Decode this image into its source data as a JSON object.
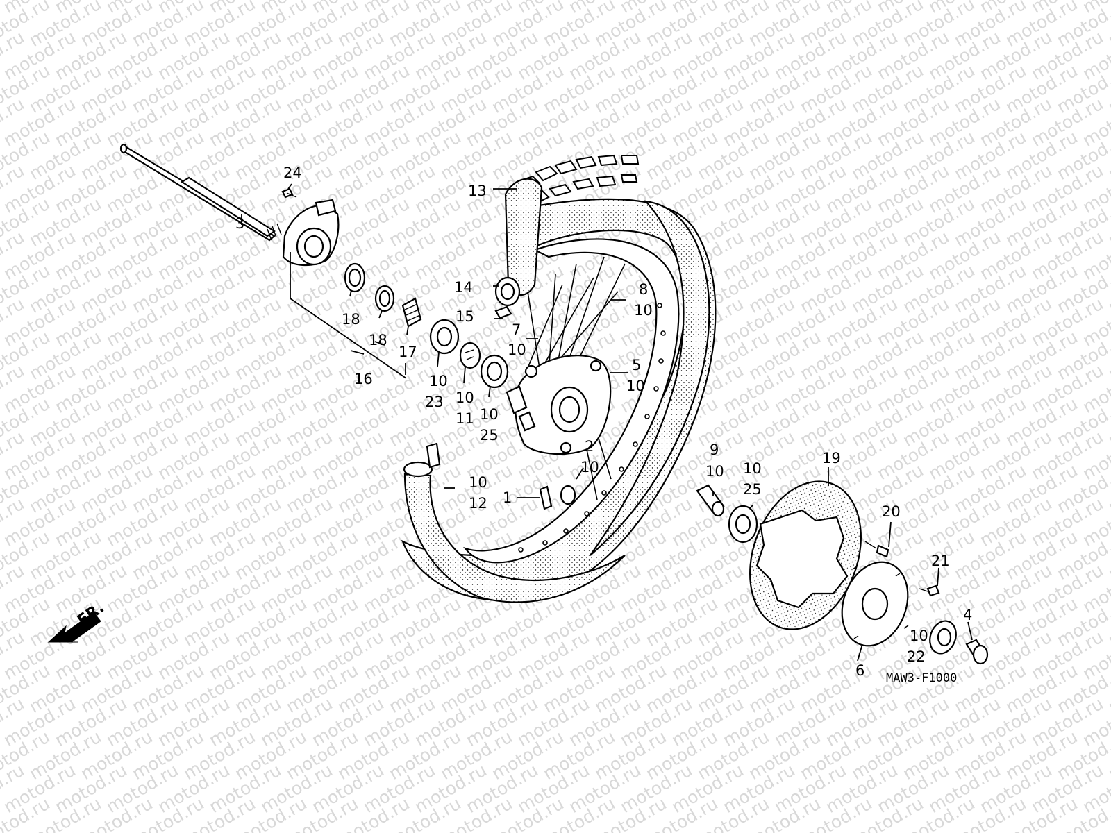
{
  "watermark_text": "motod.ru",
  "diagram_code": "MAW3-F1000",
  "direction_label": "FR.",
  "callouts": [
    {
      "id": "p24",
      "lines": [
        "24"
      ]
    },
    {
      "id": "p3",
      "lines": [
        "3"
      ]
    },
    {
      "id": "p13",
      "lines": [
        "13"
      ]
    },
    {
      "id": "p14",
      "lines": [
        "14"
      ]
    },
    {
      "id": "p15",
      "lines": [
        "15"
      ]
    },
    {
      "id": "p8",
      "lines": [
        "8",
        "10"
      ]
    },
    {
      "id": "p7",
      "lines": [
        "7",
        "10"
      ]
    },
    {
      "id": "p18a",
      "lines": [
        "18"
      ]
    },
    {
      "id": "p18b",
      "lines": [
        "18"
      ]
    },
    {
      "id": "p17",
      "lines": [
        "17"
      ]
    },
    {
      "id": "p16",
      "lines": [
        "16"
      ]
    },
    {
      "id": "p23",
      "lines": [
        "10",
        "23"
      ]
    },
    {
      "id": "p11",
      "lines": [
        "10",
        "11"
      ]
    },
    {
      "id": "p25a",
      "lines": [
        "10",
        "25"
      ]
    },
    {
      "id": "p5",
      "lines": [
        "5",
        "10"
      ]
    },
    {
      "id": "p2",
      "lines": [
        "2",
        "10"
      ]
    },
    {
      "id": "p12",
      "lines": [
        "10",
        "12"
      ]
    },
    {
      "id": "p1",
      "lines": [
        "1"
      ]
    },
    {
      "id": "p9",
      "lines": [
        "9",
        "10"
      ]
    },
    {
      "id": "p25b",
      "lines": [
        "10",
        "25"
      ]
    },
    {
      "id": "p19",
      "lines": [
        "19"
      ]
    },
    {
      "id": "p20",
      "lines": [
        "20"
      ]
    },
    {
      "id": "p21",
      "lines": [
        "21"
      ]
    },
    {
      "id": "p4",
      "lines": [
        "4"
      ]
    },
    {
      "id": "p22",
      "lines": [
        "10",
        "22"
      ]
    },
    {
      "id": "p6",
      "lines": [
        "6"
      ]
    }
  ]
}
